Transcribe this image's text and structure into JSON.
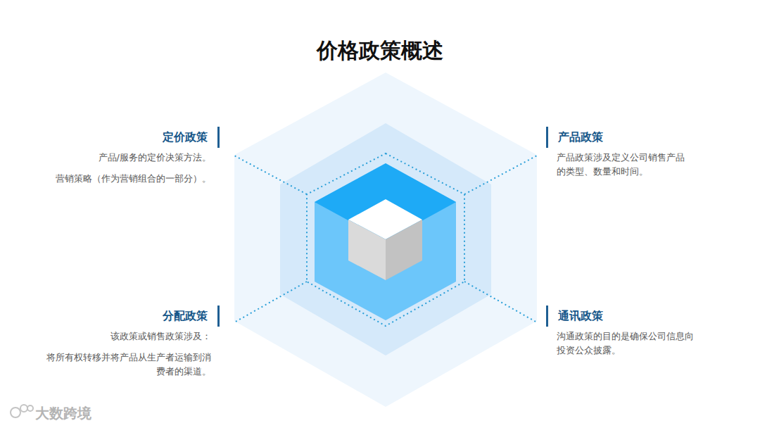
{
  "diagram": {
    "title": "价格政策概述",
    "nodes": [
      {
        "text": [
          "定价政策",
          "产品/服务的定价决策方法。",
          "营销策略（作为营销组合的一部分）。"
        ]
      },
      {
        "text": [
          "产品政策",
          "产品政策涉及定义公司销售产品的类型、数量和时间。"
        ]
      },
      {
        "text": [
          "分配政策",
          "该政策或销售政策涉及：",
          "将所有权转移并将产品从生产者运输到消费者的渠道。"
        ]
      },
      {
        "text": [
          "通讯政策",
          "沟通政策的目的是确保公司信息向投资公众披露。"
        ]
      }
    ],
    "labels": [
      "大数跨境"
    ]
  }
}
